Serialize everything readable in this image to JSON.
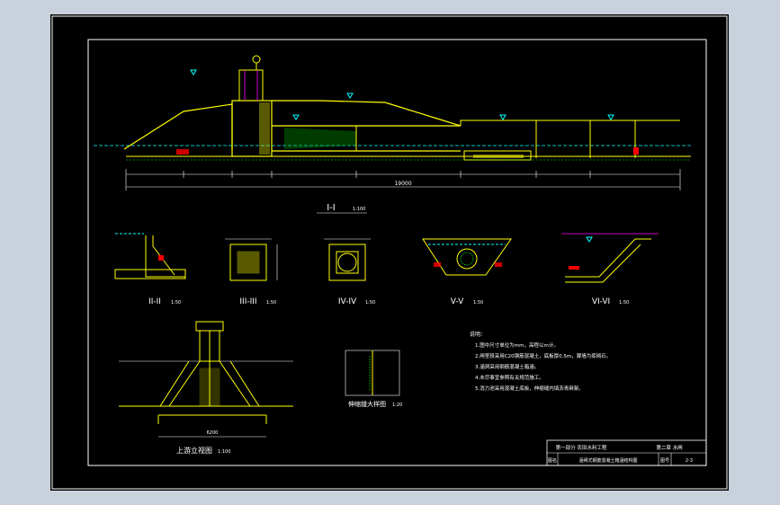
{
  "colors": {
    "background": "#c9d2dc",
    "sheet": "#000000",
    "frame": "#ffffff",
    "structure": "#ffff00",
    "dimension": "#ffffff",
    "level_marker": "#00ffff",
    "reinforcement": "#00ff00",
    "highlight": "#ff0000",
    "accent": "#ff00ff"
  },
  "views": {
    "main_section": {
      "label": "I-I",
      "scale": "1:100"
    },
    "section_2": {
      "label": "II-II",
      "scale": "1:50"
    },
    "section_3": {
      "label": "III-III",
      "scale": "1:50"
    },
    "section_4": {
      "label": "IV-IV",
      "scale": "1:50"
    },
    "section_5": {
      "label": "V-V",
      "scale": "1:50"
    },
    "section_6": {
      "label": "VI-VI",
      "scale": "1:50"
    },
    "upstream_elevation": {
      "label": "上游立视图",
      "scale": "1:100"
    },
    "detail": {
      "label": "伸缩缝大样图",
      "scale": "1:20"
    }
  },
  "dimensions": {
    "main_total": "19000",
    "upstream_elevation_width": "6200"
  },
  "notes": {
    "heading": "说明：",
    "items": [
      "1.图中尺寸单位为mm，高程以m计。",
      "2.闸室段采用C20钢筋混凝土，底板厚0.5m，翼墙为浆砌石。",
      "3.涵洞采用钢筋混凝土箱涵。",
      "4.未尽事宜参照有关规范施工。",
      "5.消力池采用混凝土底板，伸缩缝内填沥青麻絮。"
    ]
  },
  "title_block": {
    "project": "第一部分 农田水利工程",
    "part": "第二章 水闸",
    "drawing_title": "涵闸式钢筋混凝土箱涵结构图",
    "label_name": "图名",
    "label_no": "图号",
    "drawing_no": "2-3"
  }
}
